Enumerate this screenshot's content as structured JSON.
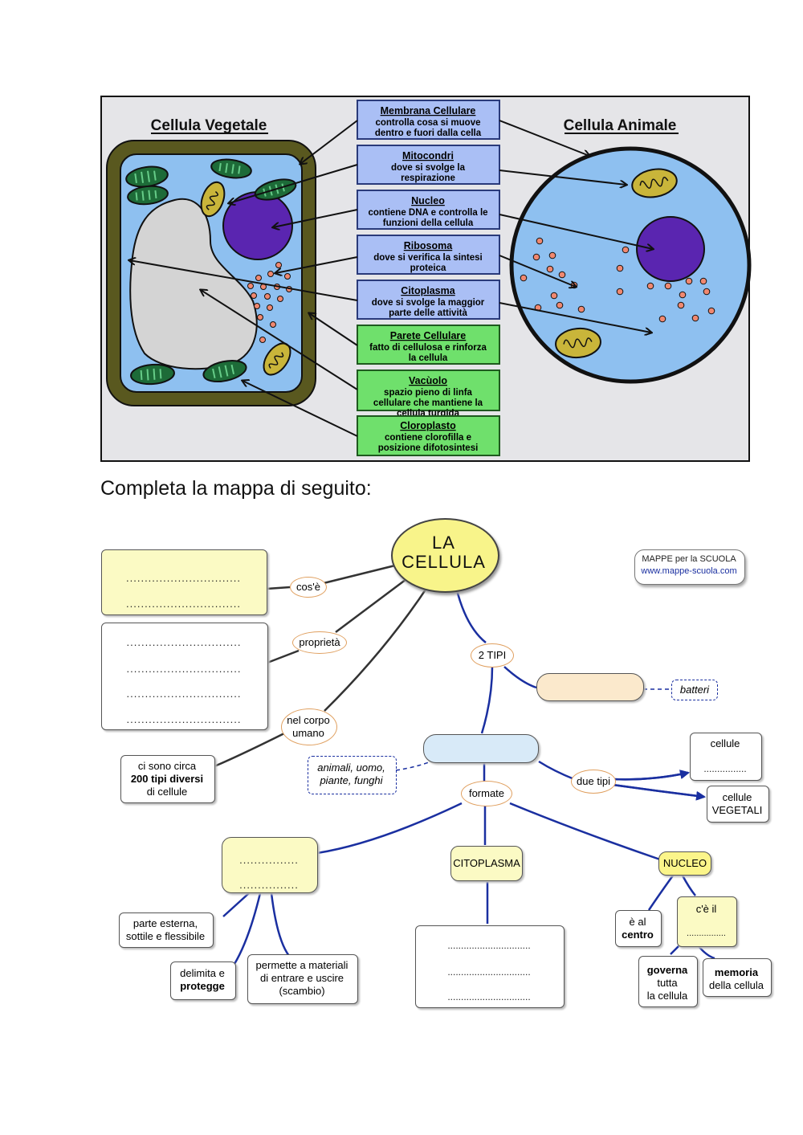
{
  "figure": {
    "plant_title": "Cellula Vegetale",
    "animal_title": "Cellula Animale",
    "boxes": [
      {
        "title": "Membrana Cellulare",
        "lines": [
          "controlla cosa si muove",
          "dentro e fuori dalla cella"
        ]
      },
      {
        "title": "Mitocondri",
        "lines": [
          "dove si svolge la",
          "respirazione"
        ]
      },
      {
        "title": "Nucleo",
        "lines": [
          "contiene DNA e controlla le",
          "funzioni della cellula"
        ]
      },
      {
        "title": "Ribosoma",
        "lines": [
          "dove si verifica la sintesi",
          "proteica"
        ]
      },
      {
        "title": "Citoplasma",
        "lines": [
          "dove si svolge la maggior",
          "parte delle attività"
        ]
      },
      {
        "title": "Parete Cellulare",
        "lines": [
          "fatto di cellulosa e rinforza",
          "la cellula"
        ]
      },
      {
        "title": "Vacùolo",
        "lines": [
          "spazio pieno di linfa",
          "cellulare che mantiene la",
          "cellula turgida"
        ]
      },
      {
        "title": "Cloroplasto",
        "lines": [
          "contiene clorofilla e",
          "posizione difotosintesi"
        ]
      }
    ],
    "colors": {
      "blue_box": "#aabff5",
      "green_box": "#6fe06c",
      "cytoplasm": "#8ec0f0",
      "wall": "#59581f",
      "nucleus": "#5a25b0",
      "mito": "#c9b53a",
      "chloro": "#1d6b38",
      "vacuole": "#d4d4d4",
      "ribo": "#f08870"
    }
  },
  "instruction": "Completa la mappa di seguito:",
  "map": {
    "central": "LA\nCELLULA",
    "credit_line1": "MAPPE per la SCUOLA",
    "credit_line2": "www.mappe-scuola.com",
    "dots_short": "................",
    "dots_long": "...............................",
    "links": {
      "cose": "cos'è",
      "proprieta": "proprietà",
      "corpo_1": "nel corpo",
      "corpo_2": "umano",
      "due_tipi_upper": "2  TIPI",
      "formate": "formate",
      "due_tipi_lower": "due tipi"
    },
    "ci_sono": {
      "line1": "ci sono circa",
      "line2": "200 tipi diversi",
      "line3": "di cellule"
    },
    "batteri": "batteri",
    "esempi": {
      "line1": "animali, uomo,",
      "line2": "piante, funghi"
    },
    "cellule_blank": "cellule",
    "cellule_vegetali_1": "cellule",
    "cellule_vegetali_2": "VEGETALI",
    "citoplasma": "CITOPLASMA",
    "nucleo": "NUCLEO",
    "parte_esterna": {
      "line1": "parte esterna,",
      "line2": "sottile e flessibile"
    },
    "delimita": {
      "line1": "delimita e",
      "line2": "protegge"
    },
    "permette": {
      "line1": "permette a materiali",
      "line2": "di entrare e uscire",
      "line3": "(scambio)"
    },
    "al_centro": {
      "line1": "è al",
      "line2": "centro"
    },
    "ce_il": "c'è il",
    "governa": {
      "line1": "governa",
      "line2": "tutta",
      "line3": "la cellula"
    },
    "memoria": {
      "line1": "memoria",
      "line2": "della cellula"
    }
  }
}
